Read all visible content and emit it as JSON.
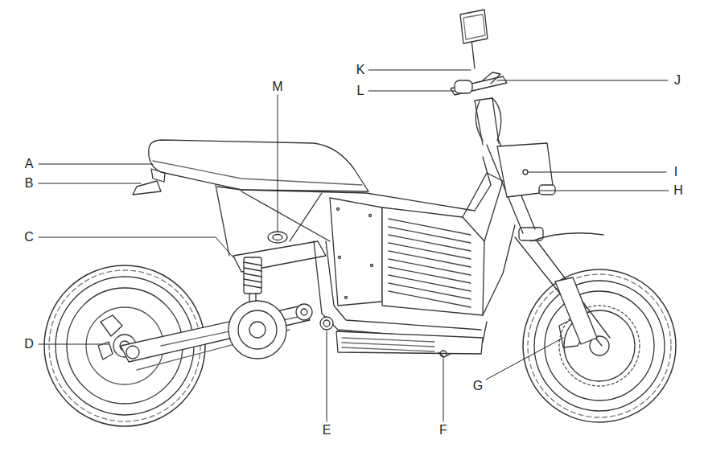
{
  "diagram": {
    "labels": [
      "K",
      "J",
      "L",
      "M",
      "A",
      "I",
      "H",
      "B",
      "C",
      "D",
      "G",
      "E",
      "F"
    ]
  }
}
